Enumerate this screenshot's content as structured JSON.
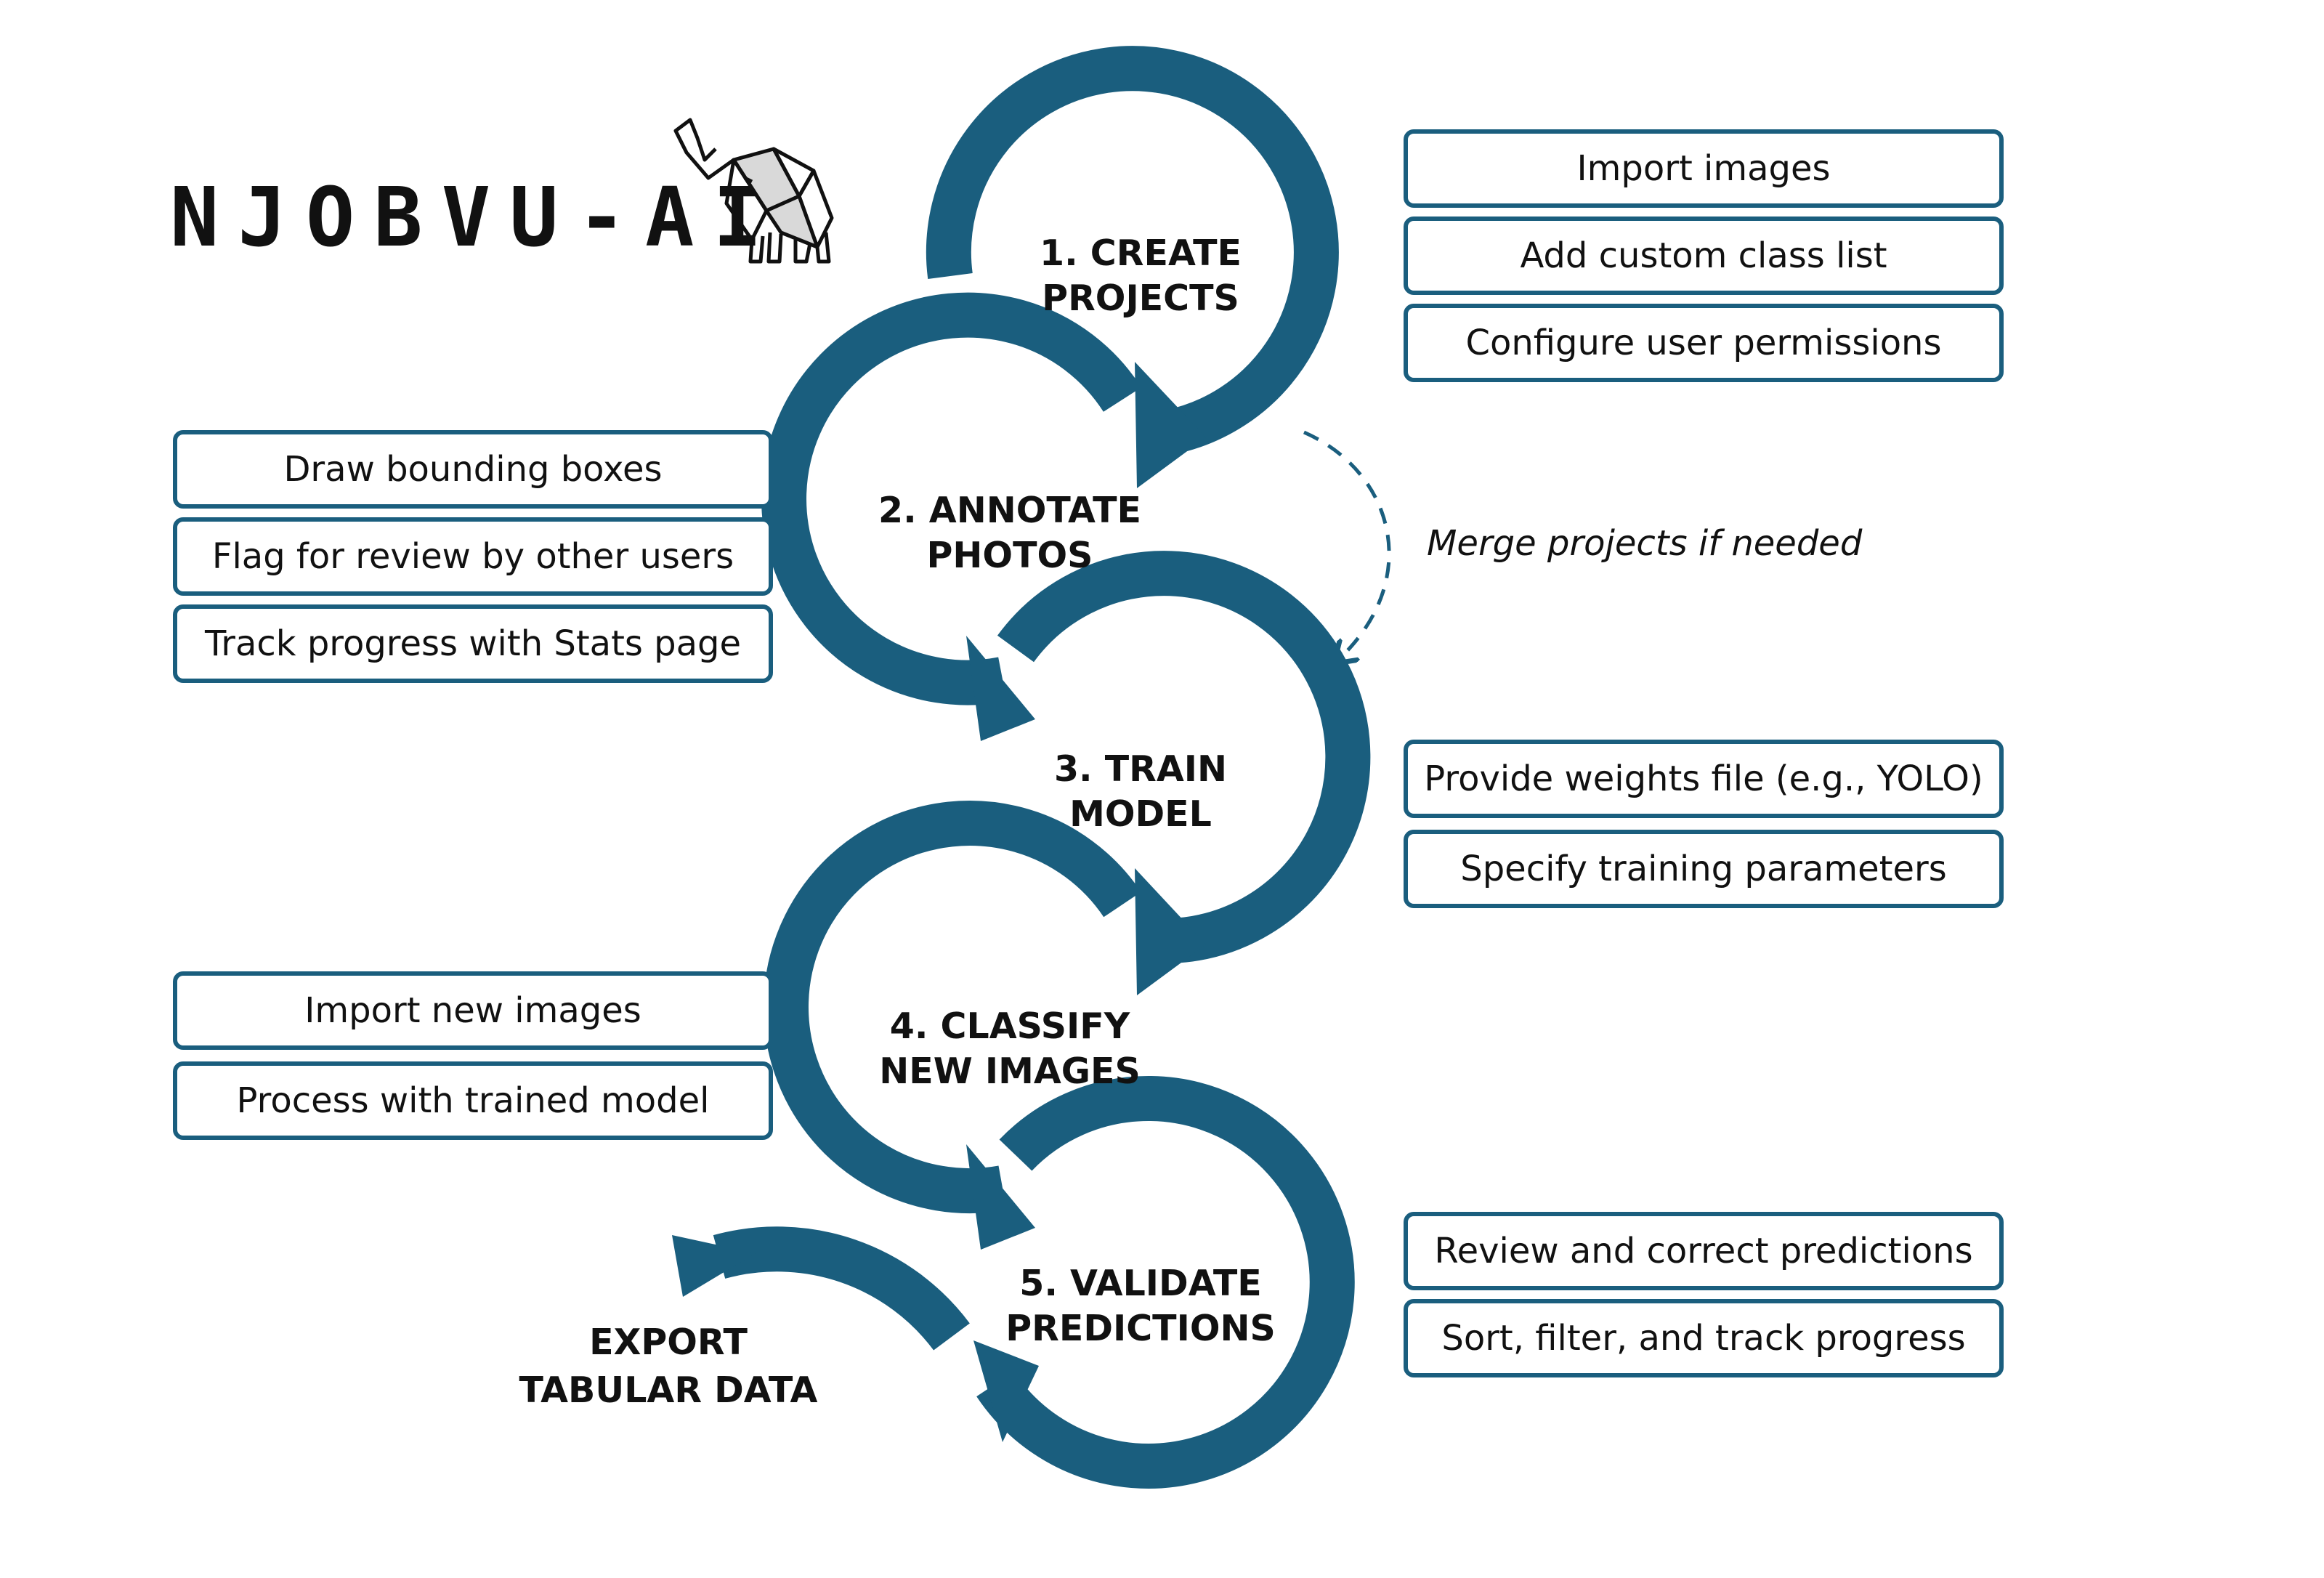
{
  "logo": {
    "text": "NJOBVU-AI",
    "icon": "elephant-icon"
  },
  "colors": {
    "accent": "#1a5e7e",
    "text": "#111111"
  },
  "steps": [
    {
      "line1": "1. CREATE",
      "line2": "PROJECTS"
    },
    {
      "line1": "2. ANNOTATE",
      "line2": "PHOTOS"
    },
    {
      "line1": "3. TRAIN",
      "line2": "MODEL"
    },
    {
      "line1": "4. CLASSIFY",
      "line2": "NEW IMAGES"
    },
    {
      "line1": "5. VALIDATE",
      "line2": "PREDICTIONS"
    }
  ],
  "export": {
    "line1": "EXPORT",
    "line2": "TABULAR DATA"
  },
  "merge_note": "Merge projects if needed",
  "create_tasks": [
    "Import images",
    "Add custom class list",
    "Configure user permissions"
  ],
  "annotate_tasks": [
    "Draw bounding boxes",
    "Flag for review by other users",
    "Track progress with Stats page"
  ],
  "train_tasks": [
    "Provide weights file (e.g., YOLO)",
    "Specify training parameters"
  ],
  "classify_tasks": [
    "Import new images",
    "Process with trained model"
  ],
  "validate_tasks": [
    "Review and correct predictions",
    "Sort, filter, and track progress"
  ]
}
